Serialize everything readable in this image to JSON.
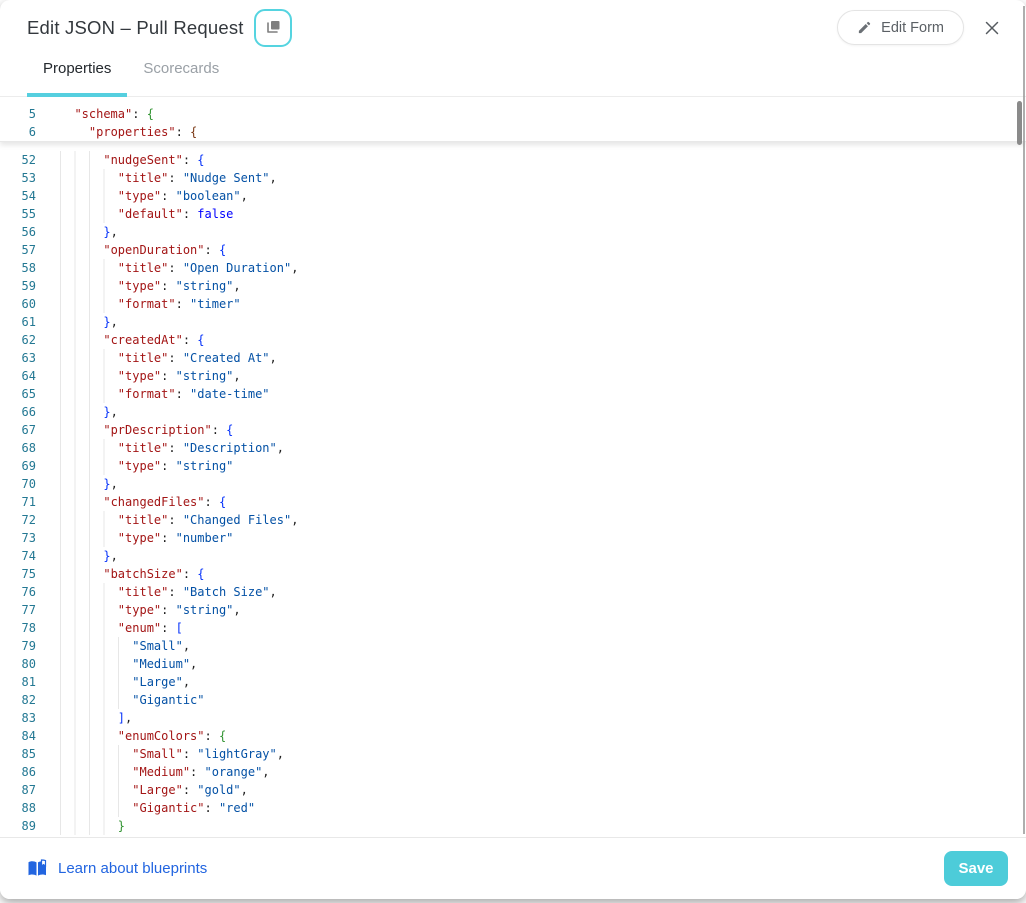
{
  "header": {
    "title": "Edit JSON – Pull Request",
    "edit_form_label": "Edit Form"
  },
  "tabs": [
    {
      "label": "Properties",
      "active": true
    },
    {
      "label": "Scorecards",
      "active": false
    }
  ],
  "footer": {
    "link_label": "Learn about blueprints",
    "save_label": "Save"
  },
  "colors": {
    "accent_teal": "#55cfdf",
    "save_button": "#4dccd9",
    "link_blue": "#2265e0",
    "line_number": "#237893",
    "json_key": "#a31515",
    "json_string": "#0451a5",
    "json_keyword": "#0000ff",
    "bracket_blue": "#0431fa",
    "bracket_green": "#319331",
    "bracket_brown": "#7b3814"
  },
  "editor": {
    "sticky_lines": [
      {
        "n": 5,
        "i": 1,
        "t": [
          [
            "k",
            "\"schema\""
          ],
          [
            "p",
            ": "
          ],
          [
            "b2",
            "{"
          ]
        ]
      },
      {
        "n": 6,
        "i": 2,
        "t": [
          [
            "k",
            "\"properties\""
          ],
          [
            "p",
            ": "
          ],
          [
            "b3",
            "{"
          ]
        ]
      }
    ],
    "lines": [
      {
        "n": 52,
        "i": 3,
        "t": [
          [
            "k",
            "\"nudgeSent\""
          ],
          [
            "p",
            ": "
          ],
          [
            "b1",
            "{"
          ]
        ]
      },
      {
        "n": 53,
        "i": 4,
        "t": [
          [
            "k",
            "\"title\""
          ],
          [
            "p",
            ": "
          ],
          [
            "s",
            "\"Nudge Sent\""
          ],
          [
            "p",
            ","
          ]
        ]
      },
      {
        "n": 54,
        "i": 4,
        "t": [
          [
            "k",
            "\"type\""
          ],
          [
            "p",
            ": "
          ],
          [
            "s",
            "\"boolean\""
          ],
          [
            "p",
            ","
          ]
        ]
      },
      {
        "n": 55,
        "i": 4,
        "t": [
          [
            "k",
            "\"default\""
          ],
          [
            "p",
            ": "
          ],
          [
            "w",
            "false"
          ]
        ]
      },
      {
        "n": 56,
        "i": 3,
        "t": [
          [
            "b1",
            "}"
          ],
          [
            "p",
            ","
          ]
        ]
      },
      {
        "n": 57,
        "i": 3,
        "t": [
          [
            "k",
            "\"openDuration\""
          ],
          [
            "p",
            ": "
          ],
          [
            "b1",
            "{"
          ]
        ]
      },
      {
        "n": 58,
        "i": 4,
        "t": [
          [
            "k",
            "\"title\""
          ],
          [
            "p",
            ": "
          ],
          [
            "s",
            "\"Open Duration\""
          ],
          [
            "p",
            ","
          ]
        ]
      },
      {
        "n": 59,
        "i": 4,
        "t": [
          [
            "k",
            "\"type\""
          ],
          [
            "p",
            ": "
          ],
          [
            "s",
            "\"string\""
          ],
          [
            "p",
            ","
          ]
        ]
      },
      {
        "n": 60,
        "i": 4,
        "t": [
          [
            "k",
            "\"format\""
          ],
          [
            "p",
            ": "
          ],
          [
            "s",
            "\"timer\""
          ]
        ]
      },
      {
        "n": 61,
        "i": 3,
        "t": [
          [
            "b1",
            "}"
          ],
          [
            "p",
            ","
          ]
        ]
      },
      {
        "n": 62,
        "i": 3,
        "t": [
          [
            "k",
            "\"createdAt\""
          ],
          [
            "p",
            ": "
          ],
          [
            "b1",
            "{"
          ]
        ]
      },
      {
        "n": 63,
        "i": 4,
        "t": [
          [
            "k",
            "\"title\""
          ],
          [
            "p",
            ": "
          ],
          [
            "s",
            "\"Created At\""
          ],
          [
            "p",
            ","
          ]
        ]
      },
      {
        "n": 64,
        "i": 4,
        "t": [
          [
            "k",
            "\"type\""
          ],
          [
            "p",
            ": "
          ],
          [
            "s",
            "\"string\""
          ],
          [
            "p",
            ","
          ]
        ]
      },
      {
        "n": 65,
        "i": 4,
        "t": [
          [
            "k",
            "\"format\""
          ],
          [
            "p",
            ": "
          ],
          [
            "s",
            "\"date-time\""
          ]
        ]
      },
      {
        "n": 66,
        "i": 3,
        "t": [
          [
            "b1",
            "}"
          ],
          [
            "p",
            ","
          ]
        ]
      },
      {
        "n": 67,
        "i": 3,
        "t": [
          [
            "k",
            "\"prDescription\""
          ],
          [
            "p",
            ": "
          ],
          [
            "b1",
            "{"
          ]
        ]
      },
      {
        "n": 68,
        "i": 4,
        "t": [
          [
            "k",
            "\"title\""
          ],
          [
            "p",
            ": "
          ],
          [
            "s",
            "\"Description\""
          ],
          [
            "p",
            ","
          ]
        ]
      },
      {
        "n": 69,
        "i": 4,
        "t": [
          [
            "k",
            "\"type\""
          ],
          [
            "p",
            ": "
          ],
          [
            "s",
            "\"string\""
          ]
        ]
      },
      {
        "n": 70,
        "i": 3,
        "t": [
          [
            "b1",
            "}"
          ],
          [
            "p",
            ","
          ]
        ]
      },
      {
        "n": 71,
        "i": 3,
        "t": [
          [
            "k",
            "\"changedFiles\""
          ],
          [
            "p",
            ": "
          ],
          [
            "b1",
            "{"
          ]
        ]
      },
      {
        "n": 72,
        "i": 4,
        "t": [
          [
            "k",
            "\"title\""
          ],
          [
            "p",
            ": "
          ],
          [
            "s",
            "\"Changed Files\""
          ],
          [
            "p",
            ","
          ]
        ]
      },
      {
        "n": 73,
        "i": 4,
        "t": [
          [
            "k",
            "\"type\""
          ],
          [
            "p",
            ": "
          ],
          [
            "s",
            "\"number\""
          ]
        ]
      },
      {
        "n": 74,
        "i": 3,
        "t": [
          [
            "b1",
            "}"
          ],
          [
            "p",
            ","
          ]
        ]
      },
      {
        "n": 75,
        "i": 3,
        "t": [
          [
            "k",
            "\"batchSize\""
          ],
          [
            "p",
            ": "
          ],
          [
            "b1",
            "{"
          ]
        ]
      },
      {
        "n": 76,
        "i": 4,
        "t": [
          [
            "k",
            "\"title\""
          ],
          [
            "p",
            ": "
          ],
          [
            "s",
            "\"Batch Size\""
          ],
          [
            "p",
            ","
          ]
        ]
      },
      {
        "n": 77,
        "i": 4,
        "t": [
          [
            "k",
            "\"type\""
          ],
          [
            "p",
            ": "
          ],
          [
            "s",
            "\"string\""
          ],
          [
            "p",
            ","
          ]
        ]
      },
      {
        "n": 78,
        "i": 4,
        "t": [
          [
            "k",
            "\"enum\""
          ],
          [
            "p",
            ": "
          ],
          [
            "b1",
            "["
          ]
        ]
      },
      {
        "n": 79,
        "i": 5,
        "t": [
          [
            "s",
            "\"Small\""
          ],
          [
            "p",
            ","
          ]
        ]
      },
      {
        "n": 80,
        "i": 5,
        "t": [
          [
            "s",
            "\"Medium\""
          ],
          [
            "p",
            ","
          ]
        ]
      },
      {
        "n": 81,
        "i": 5,
        "t": [
          [
            "s",
            "\"Large\""
          ],
          [
            "p",
            ","
          ]
        ]
      },
      {
        "n": 82,
        "i": 5,
        "t": [
          [
            "s",
            "\"Gigantic\""
          ]
        ]
      },
      {
        "n": 83,
        "i": 4,
        "t": [
          [
            "b1",
            "]"
          ],
          [
            "p",
            ","
          ]
        ]
      },
      {
        "n": 84,
        "i": 4,
        "t": [
          [
            "k",
            "\"enumColors\""
          ],
          [
            "p",
            ": "
          ],
          [
            "b2",
            "{"
          ]
        ]
      },
      {
        "n": 85,
        "i": 5,
        "t": [
          [
            "k",
            "\"Small\""
          ],
          [
            "p",
            ": "
          ],
          [
            "s",
            "\"lightGray\""
          ],
          [
            "p",
            ","
          ]
        ]
      },
      {
        "n": 86,
        "i": 5,
        "t": [
          [
            "k",
            "\"Medium\""
          ],
          [
            "p",
            ": "
          ],
          [
            "s",
            "\"orange\""
          ],
          [
            "p",
            ","
          ]
        ]
      },
      {
        "n": 87,
        "i": 5,
        "t": [
          [
            "k",
            "\"Large\""
          ],
          [
            "p",
            ": "
          ],
          [
            "s",
            "\"gold\""
          ],
          [
            "p",
            ","
          ]
        ]
      },
      {
        "n": 88,
        "i": 5,
        "t": [
          [
            "k",
            "\"Gigantic\""
          ],
          [
            "p",
            ": "
          ],
          [
            "s",
            "\"red\""
          ]
        ]
      },
      {
        "n": 89,
        "i": 4,
        "t": [
          [
            "b2",
            "}"
          ]
        ]
      }
    ]
  }
}
